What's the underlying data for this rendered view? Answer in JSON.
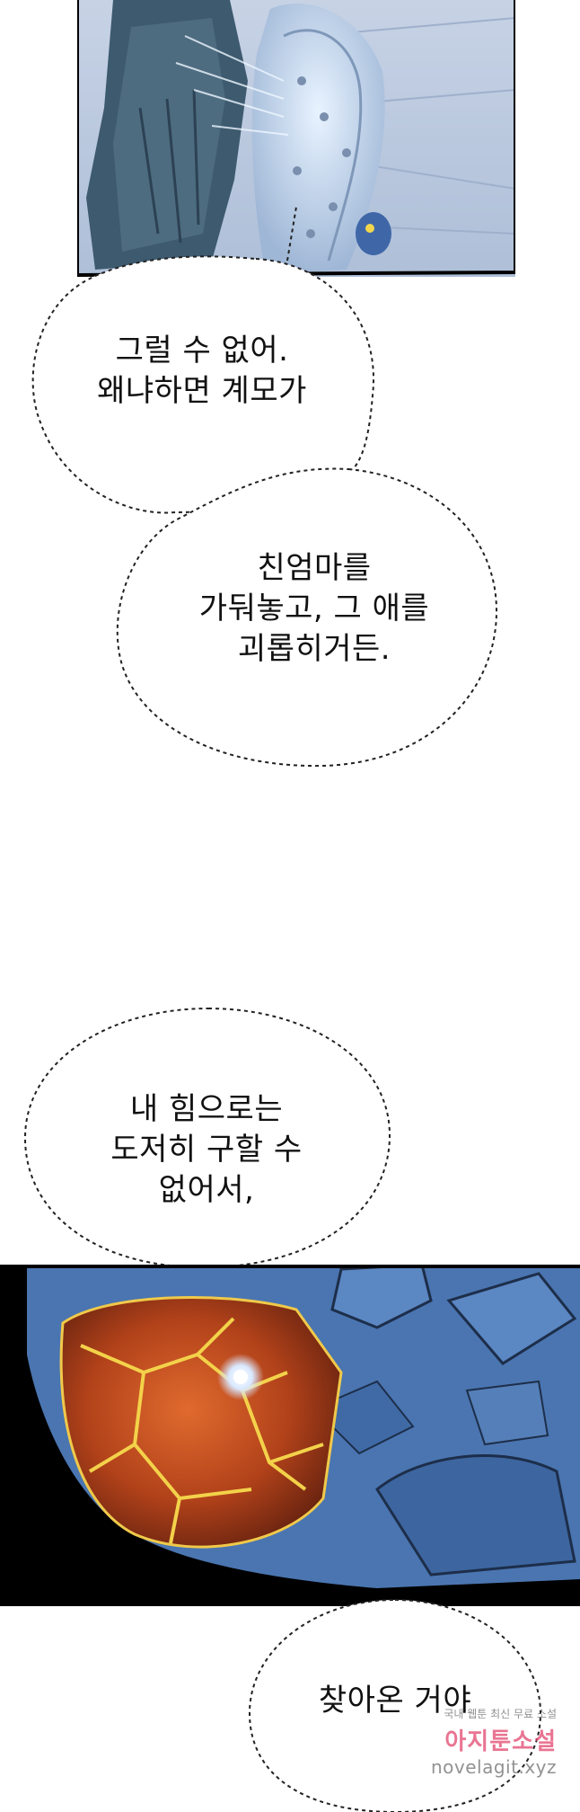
{
  "bubbles": [
    {
      "id": "bubble-1",
      "lines": [
        "그럴 수 없어.",
        "왜냐하면 계모가"
      ]
    },
    {
      "id": "bubble-2",
      "lines": [
        "친엄마를",
        "가둬놓고, 그 애를",
        "괴롭히거든."
      ]
    },
    {
      "id": "bubble-3",
      "lines": [
        "내 힘으로는",
        "도저히 구할 수",
        "없어서,"
      ]
    },
    {
      "id": "bubble-4",
      "lines": [
        "찾아온 거야"
      ]
    }
  ],
  "watermark": {
    "small": "국내 웹툰 최신 무료 소설",
    "brand": "아지툰소설",
    "url": "novelagit.xyz"
  },
  "colors": {
    "panel_top_bg": "#b8c6dc",
    "panel_bottom_bg": "#000000",
    "rock_blue": "#4a75b0",
    "crystal_orange": "#c8521e",
    "crack_gold": "#f3d24a",
    "bubble_outline": "#222222"
  }
}
